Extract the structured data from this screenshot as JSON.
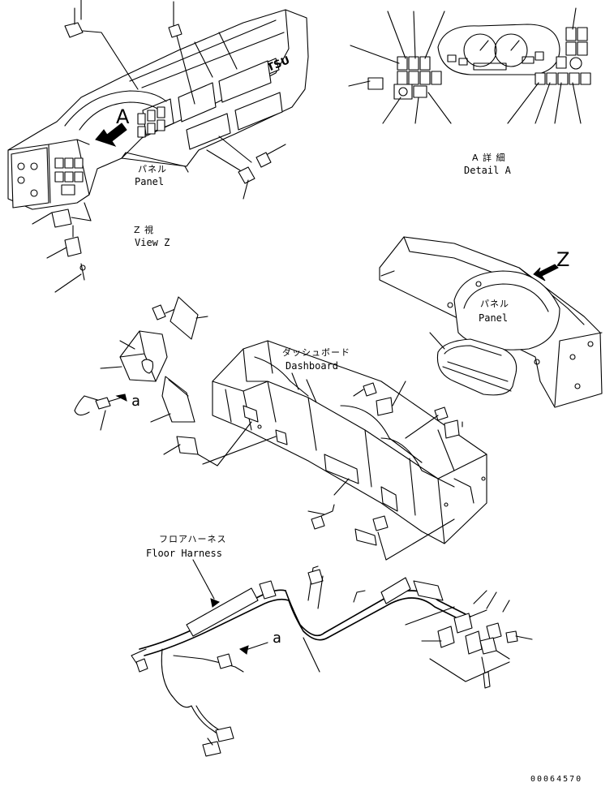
{
  "labels": {
    "panel_top_ja": "パネル",
    "panel_top_en": "Panel",
    "detail_ja": "A 詳 細",
    "detail_en": "Detail A",
    "viewz_ja": "Z 視",
    "viewz_en": "View Z",
    "panel_right_ja": "パネル",
    "panel_right_en": "Panel",
    "dashboard_ja": "ダッシュボード",
    "dashboard_en": "Dashboard",
    "floor_harness_ja": "フロアハーネス",
    "floor_harness_en": "Floor Harness",
    "view_letter_a": "A",
    "view_letter_z": "Z",
    "connector_a1": "a",
    "connector_a2": "a",
    "brand": "KOMATSU",
    "drawing_number": "00064570"
  }
}
